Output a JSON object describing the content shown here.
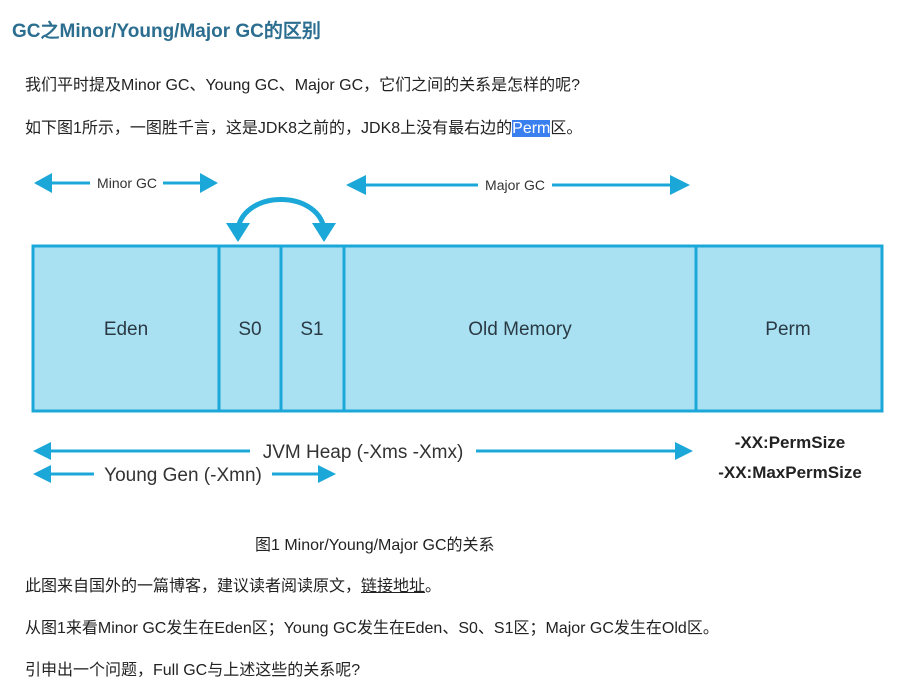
{
  "heading": "GC之Minor/Young/Major GC的区别",
  "paragraphs": {
    "p1": "我们平时提及Minor GC、Young GC、Major GC，它们之间的关系是怎样的呢?",
    "p2_before": "如下图1所示，一图胜千言，这是JDK8之前的，JDK8上没有最右边的",
    "p2_highlight": "Perm",
    "p2_after": "区。",
    "p3_before": "此图来自国外的一篇博客，建议读者阅读原文，",
    "p3_link": "链接地址",
    "p3_after": "。",
    "p4": "从图1来看Minor GC发生在Eden区；Young GC发生在Eden、S0、S1区；Major GC发生在Old区。",
    "p5": "引申出一个问题，Full GC与上述这些的关系呢?"
  },
  "diagram": {
    "minor_gc": "Minor GC",
    "major_gc": "Major GC",
    "segments": {
      "eden": "Eden",
      "s0": "S0",
      "s1": "S1",
      "old": "Old Memory",
      "perm": "Perm"
    },
    "jvm_heap": "JVM Heap (-Xms -Xmx)",
    "young_gen": "Young Gen (-Xmn)",
    "perm_size": "-XX:PermSize",
    "max_perm_size": "-XX:MaxPermSize",
    "colors": {
      "fill": "#a9e1f3",
      "stroke": "#1ba8d8",
      "arrow": "#1ba8d8"
    }
  },
  "caption": "图1 Minor/Young/Major GC的关系"
}
